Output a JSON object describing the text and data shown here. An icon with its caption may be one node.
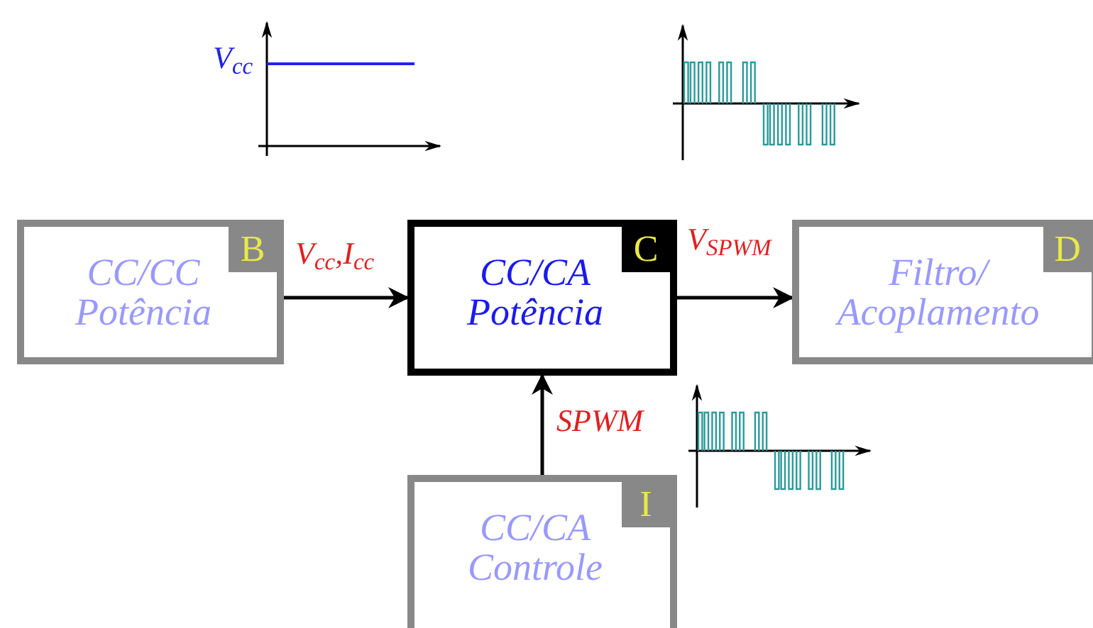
{
  "diagram": {
    "nodes": [
      {
        "text": [
          "B",
          "CC/CC Potência"
        ]
      },
      {
        "text": [
          "C",
          "CC/CA Potência"
        ]
      },
      {
        "text": [
          "D",
          "Filtro/ Acoplamento"
        ]
      },
      {
        "text": [
          "I",
          "CC/CA Controle"
        ]
      }
    ],
    "edges": [
      {
        "from": 0,
        "to": 1,
        "arrow": "to",
        "label": "V$_{cc}$,I$_{cc}$"
      },
      {
        "from": 1,
        "to": 2,
        "arrow": "to",
        "label": "V$_{SPWM}$"
      },
      {
        "from": 3,
        "to": 1,
        "arrow": "to",
        "label": "SPWM"
      }
    ],
    "labels": [
      "V$_{cc}$"
    ]
  }
}
